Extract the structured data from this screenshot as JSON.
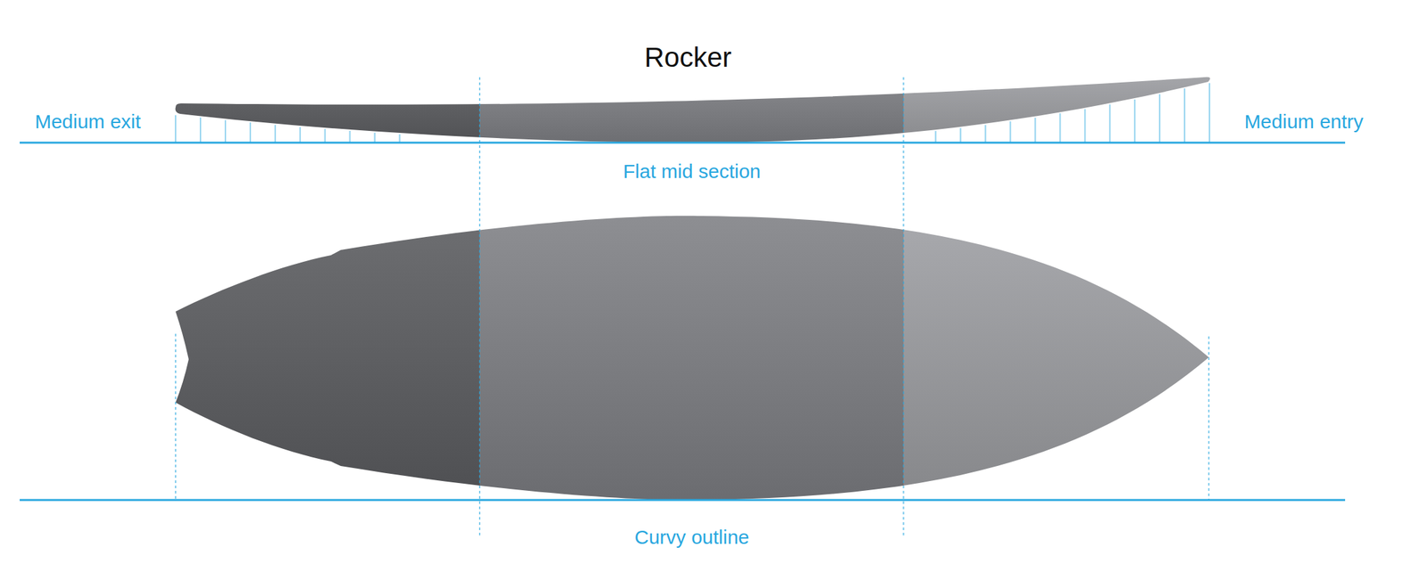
{
  "diagram": {
    "title": "Rocker",
    "labels": [
      "Medium exit",
      "Medium entry",
      "Flat mid section",
      "Curvy outline"
    ]
  }
}
